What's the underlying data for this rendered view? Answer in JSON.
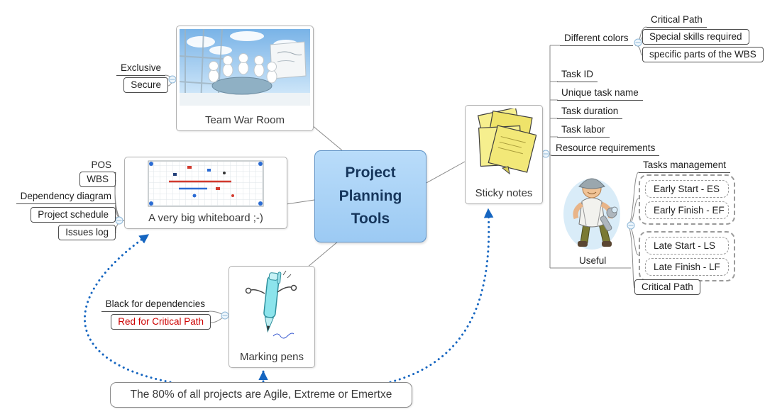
{
  "center": {
    "lines": [
      "Project",
      "Planning",
      "Tools"
    ]
  },
  "war_room": {
    "label": "Team War Room",
    "children": [
      {
        "label": "Exclusive",
        "style": "underline"
      },
      {
        "label": "Secure",
        "style": "box"
      }
    ]
  },
  "whiteboard": {
    "label": "A very big whiteboard ;-)",
    "children": [
      {
        "label": "POS",
        "style": "underline"
      },
      {
        "label": "WBS",
        "style": "box"
      },
      {
        "label": "Dependency diagram",
        "style": "underline"
      },
      {
        "label": "Project schedule",
        "style": "box"
      },
      {
        "label": "Issues log",
        "style": "box"
      }
    ]
  },
  "marking_pens": {
    "label": "Marking pens",
    "children": [
      {
        "label": "Black for dependencies",
        "style": "underline",
        "color": "#1f1f1f"
      },
      {
        "label": "Red for Critical Path",
        "style": "box",
        "color": "#cc0000"
      }
    ]
  },
  "sticky_notes": {
    "label": "Sticky notes",
    "different_colors": {
      "label": "Different colors",
      "children": [
        {
          "label": "Critical Path",
          "style": "underline"
        },
        {
          "label": "Special skills required",
          "style": "box"
        },
        {
          "label": "specific parts of the WBS",
          "style": "box"
        }
      ]
    },
    "attributes": [
      "Task ID",
      "Unique task name",
      "Task duration",
      "Task labor",
      "Resource requirements"
    ],
    "useful": {
      "label": "Useful",
      "tasks_management": {
        "label": "Tasks management",
        "early_group": [
          "Early Start - ES",
          "Early Finish - EF"
        ],
        "late_group": [
          "Late Start - LS",
          "Late Finish - LF"
        ],
        "critical_path": "Critical Path"
      }
    }
  },
  "callout": {
    "text": "The 80% of all projects are Agile, Extreme or Emertxe"
  },
  "colors": {
    "center_fill": "#a9d2f7",
    "center_text": "#16365c",
    "arrow_blue": "#1565c0",
    "critical_red": "#cc0000",
    "branch_line": "#8a8a8a",
    "toggle_stroke": "#8fb8d8"
  },
  "icons": {
    "war_room": "meeting-room-photo",
    "whiteboard": "whiteboard-sketch",
    "marking_pens": "cartoon-pen",
    "sticky_notes": "sticky-notes-stack",
    "useful": "worker-with-wrench",
    "toggle": "collapse-toggle",
    "arrow": "dotted-arrow"
  }
}
